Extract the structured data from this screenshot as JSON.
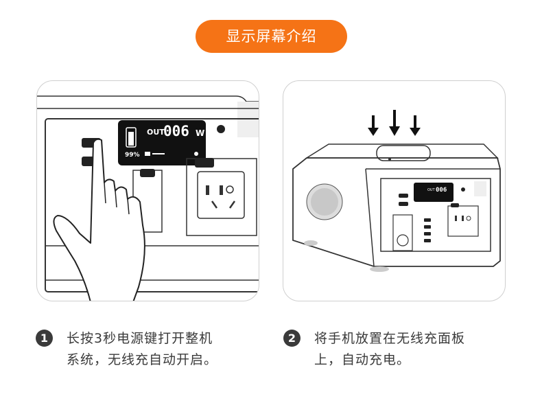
{
  "header": {
    "title": "显示屏幕介绍"
  },
  "display": {
    "out_label": "OUT",
    "power_value": "006",
    "power_unit": "W",
    "battery_percent": "99%"
  },
  "steps": [
    {
      "number": "1",
      "line1": "长按3秒电源键打开整机",
      "line2": "系统，无线充自动开启。"
    },
    {
      "number": "2",
      "line1": "将手机放置在无线充面板",
      "line2": "上，自动充电。"
    }
  ],
  "colors": {
    "accent": "#f57316",
    "line": "#2a2a2a",
    "screen": "#111111"
  }
}
